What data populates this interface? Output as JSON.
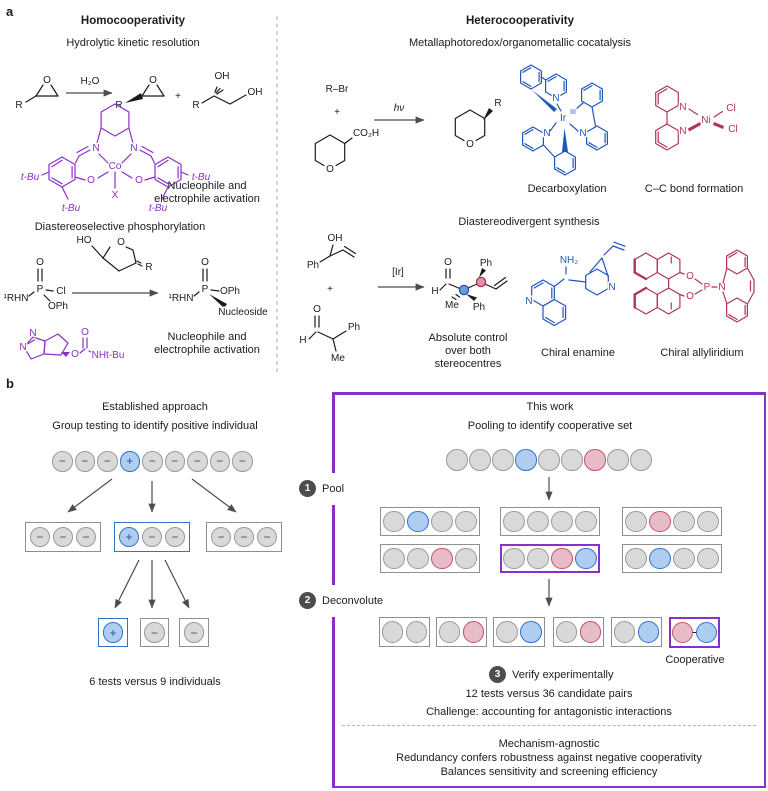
{
  "panel_a": {
    "label": "a",
    "homo": {
      "title": "Homocooperativity",
      "scheme1_title": "Hydrolytic kinetic resolution",
      "caption1_line1": "Nucleophile and",
      "caption1_line2": "electrophile activation",
      "scheme2_title": "Diastereoselective phosphorylation",
      "caption2_line1": "Nucleophile and",
      "caption2_line2": "electrophile activation"
    },
    "hetero": {
      "title": "Heterocooperativity",
      "scheme1_title": "Metallaphotoredox/organometallic cocatalysis",
      "cat1_label": "Decarboxylation",
      "cat2_label": "C–C bond formation",
      "scheme2_title": "Diastereodivergent synthesis",
      "product_caption_line1": "Absolute control",
      "product_caption_line2": "over both",
      "product_caption_line3": "stereocentres",
      "cat3_label": "Chiral enamine",
      "cat4_label": "Chiral allyliridium"
    },
    "atoms": {
      "r": "R",
      "o": "O",
      "oh": "OH",
      "ho": "HO",
      "h2o": "H₂O",
      "plus": "+",
      "co": "Co",
      "x": "X",
      "n": "N",
      "tbu": "t-Bu",
      "rhn": "¹RHN",
      "cl": "Cl",
      "oph": "OPh",
      "p": "P",
      "nucleoside": "Nucleoside",
      "nhtbu": "NHt-Bu",
      "rbr": "R–Br",
      "co2h": "CO₂H",
      "hv": "hν",
      "ir": "Ir",
      "ir_ox": "III",
      "ni": "Ni",
      "ph": "Ph",
      "me": "Me",
      "ir_cat": "[Ir]",
      "nh2": "NH₂",
      "h": "H"
    }
  },
  "panel_b": {
    "label": "b",
    "established": {
      "title": "Established approach",
      "subtitle": "Group testing to identify positive individual",
      "row": [
        "-",
        "-",
        "-",
        "+",
        "-",
        "-",
        "-",
        "-",
        "-"
      ],
      "pools": [
        [
          "-",
          "-",
          "-"
        ],
        [
          "+",
          "-",
          "-"
        ],
        [
          "-",
          "-",
          "-"
        ]
      ],
      "singles": [
        [
          "+"
        ],
        [
          "-"
        ],
        [
          "-"
        ]
      ],
      "caption": "6 tests versus 9 individuals"
    },
    "thiswork": {
      "title": "This work",
      "subtitle": "Pooling to identify cooperative set",
      "row": [
        "gray",
        "gray",
        "gray",
        "blue",
        "gray",
        "gray",
        "red",
        "gray",
        "gray"
      ],
      "pool_row1": [
        [
          "gray",
          "blue",
          "gray",
          "gray"
        ],
        [
          "gray",
          "gray",
          "gray",
          "gray"
        ],
        [
          "gray",
          "red",
          "gray",
          "gray"
        ]
      ],
      "pool_row2": [
        [
          "gray",
          "gray",
          "red",
          "gray"
        ],
        [
          "gray",
          "gray",
          "red",
          "blue"
        ],
        [
          "gray",
          "blue",
          "gray",
          "gray"
        ]
      ],
      "pairs": [
        [
          "gray",
          "gray"
        ],
        [
          "gray",
          "red"
        ],
        [
          "gray",
          "blue"
        ],
        [
          "gray",
          "red"
        ],
        [
          "gray",
          "blue"
        ],
        [
          "red",
          "blue"
        ]
      ],
      "cooperative_label": "Cooperative",
      "steps": [
        {
          "num": "1",
          "label": "Pool"
        },
        {
          "num": "2",
          "label": "Deconvolute"
        },
        {
          "num": "3",
          "label": "Verify experimentally"
        }
      ],
      "tests_line": "12 tests versus 36 candidate pairs",
      "challenge_line": "Challenge: accounting for antagonistic interactions",
      "footer": [
        "Mechanism-agnostic",
        "Redundancy confers robustness against negative cooperativity",
        "Balances sensitivity and screening efficiency"
      ]
    }
  },
  "colors": {
    "purple": "#8b2fc9",
    "blue": "#2156bd",
    "red": "#b13452",
    "circle_blue_border": "#3672c8",
    "circle_red_border": "#c4506b",
    "circle_gray_fill": "#d9d9d9",
    "badge": "#4d4d4d"
  }
}
